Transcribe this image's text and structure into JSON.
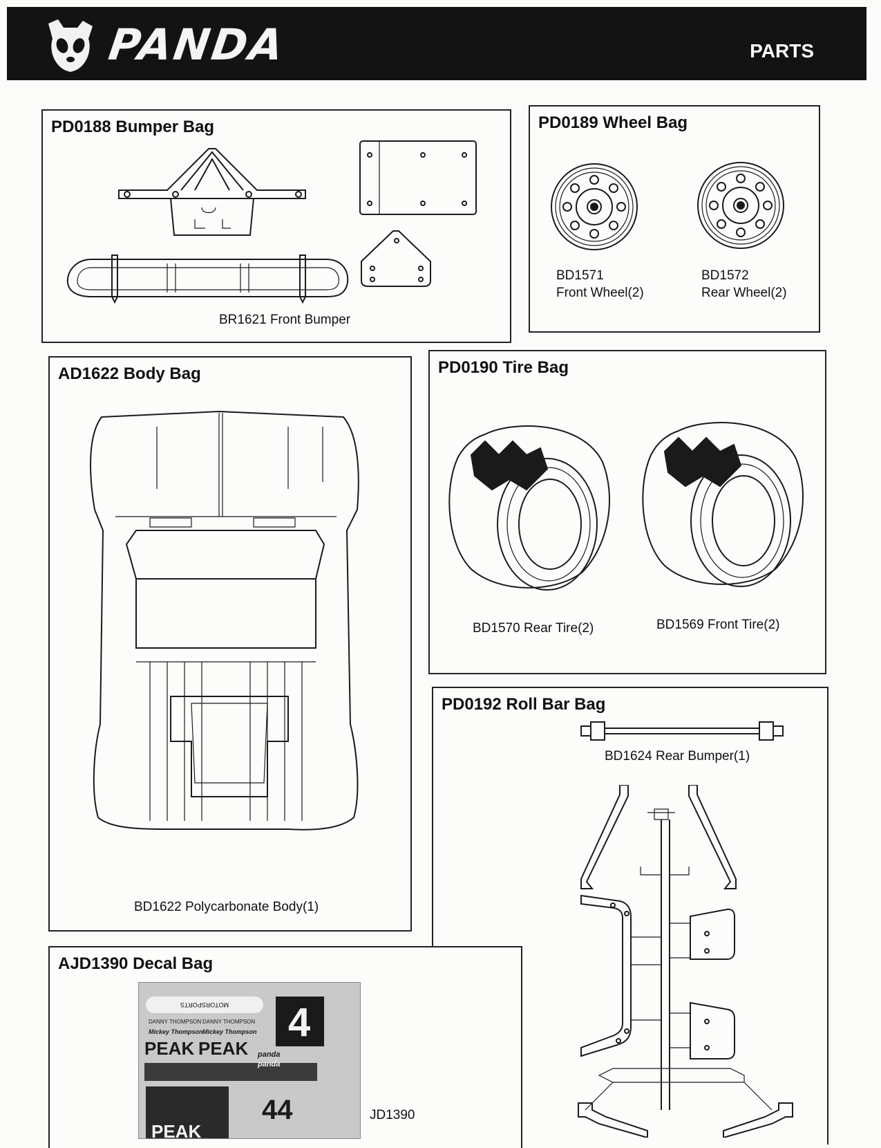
{
  "header": {
    "brand": "PANDA",
    "section": "PARTS"
  },
  "bumper_bag": {
    "title": "PD0188 Bumper Bag",
    "caption": "BR1621 Front Bumper"
  },
  "wheel_bag": {
    "title": "PD0189 Wheel Bag",
    "front_code": "BD1571",
    "front_label": "Front Wheel(2)",
    "rear_code": "BD1572",
    "rear_label": "Rear Wheel(2)"
  },
  "body_bag": {
    "title": "AD1622 Body Bag",
    "caption": "BD1622 Polycarbonate Body(1)"
  },
  "tire_bag": {
    "title": "PD0190 Tire Bag",
    "rear_label": "BD1570 Rear Tire(2)",
    "front_label": "BD1569 Front Tire(2)"
  },
  "roll_bar_bag": {
    "title": "PD0192 Roll Bar  Bag",
    "rear_bumper_label": "BD1624 Rear Bumper(1)"
  },
  "decal_bag": {
    "title": "AJD1390 Decal  Bag",
    "sheet_code": "JD1390",
    "decal_texts": [
      "PEAK",
      "PEAK",
      "PEAK",
      "4",
      "44",
      "DANNY THOMPSON",
      "DANNY THOMPSON",
      "Mickey Thompson",
      "Mickey Thompson",
      "panda",
      "panda",
      "MOTORSPORTS"
    ]
  }
}
